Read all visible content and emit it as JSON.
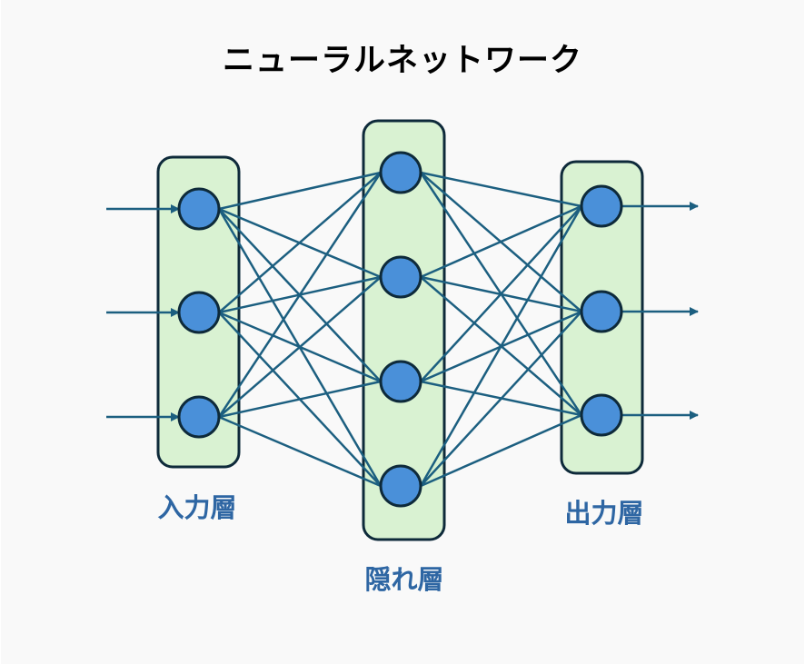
{
  "title": "ニューラルネットワーク",
  "colors": {
    "background": "#f9f9f9",
    "layer_fill": "#d9f2d2",
    "layer_stroke": "#0e2a3a",
    "node_fill": "#4a90d9",
    "node_stroke": "#0e2a3a",
    "edge": "#1c5f80",
    "label": "#2e66a3"
  },
  "layers": [
    {
      "id": "input",
      "label": "入力層",
      "node_count": 3
    },
    {
      "id": "hidden",
      "label": "隠れ層",
      "node_count": 4
    },
    {
      "id": "output",
      "label": "出力層",
      "node_count": 3
    }
  ],
  "connectivity": "fully-connected",
  "input_arrows": 3,
  "output_arrows": 3
}
